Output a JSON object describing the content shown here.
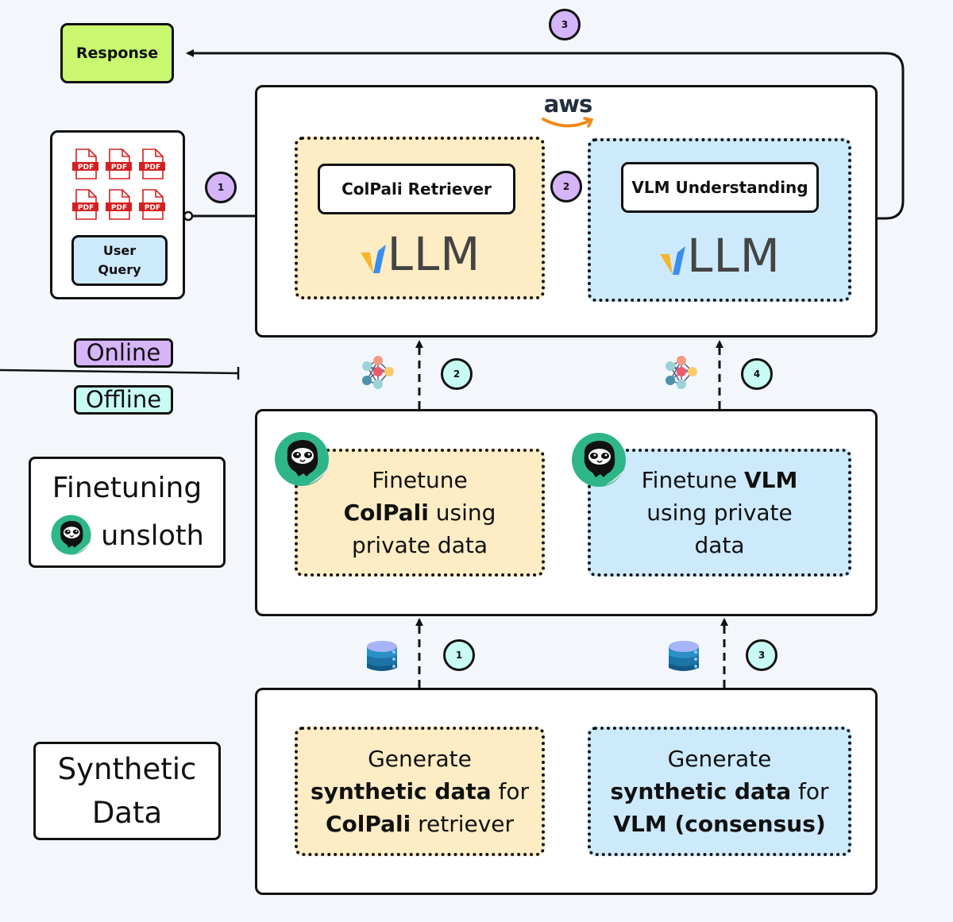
{
  "response": {
    "label": "Response"
  },
  "input": {
    "pdf_label": "PDF",
    "pdf_count": 6,
    "user_query": [
      "User",
      "Query"
    ]
  },
  "aws": {
    "logo_text": "aws"
  },
  "online_stage": {
    "colpali": {
      "title": "ColPali Retriever",
      "engine": "LLM"
    },
    "vlm": {
      "title": "VLM Understanding",
      "engine": "LLM"
    }
  },
  "divider": {
    "online": "Online",
    "offline": "Offline"
  },
  "steps": {
    "online": [
      "1",
      "2",
      "3"
    ],
    "finetune_to_online": [
      "2",
      "4"
    ],
    "synthetic_to_finetune": [
      "1",
      "3"
    ]
  },
  "finetuning": {
    "side_label": "Finetuning",
    "brand": "unsloth",
    "colpali": {
      "line1": "Finetune",
      "line2_bold": "ColPali",
      "line2_rest": " using",
      "line3": "private data"
    },
    "vlm": {
      "line1": "Finetune ",
      "line1_bold": "VLM",
      "line2": "using private",
      "line3": "data"
    }
  },
  "synthetic": {
    "side_label": [
      "Synthetic",
      "Data"
    ],
    "colpali": {
      "line1": "Generate",
      "line2_bold": "synthetic data",
      "line2_rest": " for",
      "line3_bold": "ColPali",
      "line3_rest": " retriever"
    },
    "vlm": {
      "line1": "Generate",
      "line2_bold": "synthetic data",
      "line2_rest": " for",
      "line3_bold": "VLM (consensus)"
    }
  },
  "colors": {
    "response_bg": "#c9f76f",
    "orange_box": "#fdecc4",
    "blue_box": "#cdeafc",
    "step_purple": "#d6b4f8",
    "step_cyan": "#c8fbf3",
    "pdf_red": "#d32020",
    "aws_orange": "#f08a1c",
    "unsloth_green": "#2fb58a"
  }
}
